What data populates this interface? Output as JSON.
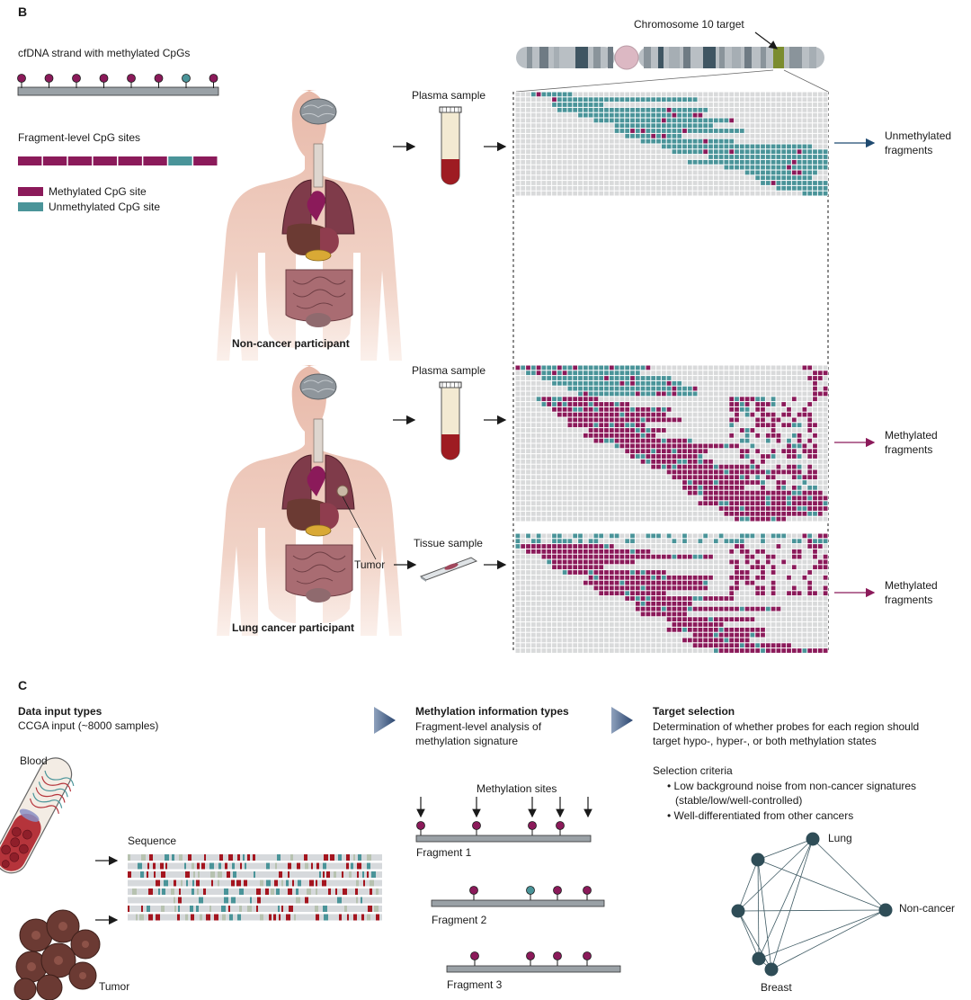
{
  "colors": {
    "methylated": "#8b1a5a",
    "unmethylated": "#4a9499",
    "empty_cell": "#d9dadb",
    "grid_line": "#ffffff",
    "strand": "#9aa1a6",
    "arrow_dark": "#1f4a70",
    "arrow_magenta": "#8b1a5a",
    "body_skin": "#e9c3b6",
    "network_node": "#2f4d57"
  },
  "panel_b": {
    "label": "B",
    "strand_title": "cfDNA strand with methylated CpGs",
    "fragment_title": "Fragment-level CpG sites",
    "legend": [
      {
        "label": "Methylated CpG site",
        "color_key": "methylated"
      },
      {
        "label": "Unmethylated CpG site",
        "color_key": "unmethylated"
      }
    ],
    "strand_sites": [
      "methylated",
      "methylated",
      "methylated",
      "methylated",
      "methylated",
      "methylated",
      "unmethylated",
      "methylated"
    ],
    "fragment_sites": [
      "methylated",
      "methylated",
      "methylated",
      "methylated",
      "methylated",
      "methylated",
      "unmethylated",
      "methylated"
    ],
    "chromosome_label": "Chromosome 10 target",
    "participants": [
      {
        "caption": "Non-cancer participant",
        "icon": "human-body-icon"
      },
      {
        "caption": "Lung cancer participant",
        "icon": "human-body-tumor-icon"
      }
    ],
    "tumor_label": "Tumor",
    "samples": [
      {
        "label": "Plasma sample",
        "icon": "blood-tube-icon"
      },
      {
        "label": "Plasma sample",
        "icon": "blood-tube-icon"
      },
      {
        "label": "Tissue sample",
        "icon": "tissue-slide-icon"
      }
    ],
    "outcomes": [
      {
        "label_line1": "Unmethylated",
        "label_line2": "fragments",
        "color_key": "arrow_dark"
      },
      {
        "label_line1": "Methylated",
        "label_line2": "fragments",
        "color_key": "arrow_magenta"
      },
      {
        "label_line1": "Methylated",
        "label_line2": "fragments",
        "color_key": "arrow_magenta"
      }
    ]
  },
  "panel_c": {
    "label": "C",
    "data_input": {
      "title": "Data input types",
      "subtitle": "CCGA input (~8000 samples)",
      "blood_label": "Blood",
      "tumor_label": "Tumor",
      "sequence_label": "Sequence"
    },
    "methylation_info": {
      "title": "Methylation information types",
      "line1": "Fragment-level analysis of",
      "line2": "methylation signature",
      "sites_label": "Methylation sites",
      "fragments": [
        {
          "label": "Fragment 1",
          "sites": [
            "methylated",
            "methylated",
            "methylated",
            "methylated"
          ]
        },
        {
          "label": "Fragment 2",
          "sites": [
            "methylated",
            "unmethylated",
            "methylated",
            "methylated"
          ]
        },
        {
          "label": "Fragment 3",
          "sites": [
            "methylated",
            "methylated",
            "methylated",
            "methylated"
          ]
        }
      ]
    },
    "target_selection": {
      "title": "Target selection",
      "line1": "Determination of whether probes for each region should",
      "line2": "target hypo-, hyper-, or both methylation states",
      "criteria_title": "Selection criteria",
      "criteria": [
        {
          "line1": "Low background noise from non-cancer signatures",
          "line2": "(stable/low/well-controlled)"
        },
        {
          "line1": "Well-differentiated from other cancers",
          "line2": ""
        }
      ],
      "network_labels": {
        "lung": "Lung",
        "non_cancer": "Non-cancer",
        "breast": "Breast"
      }
    }
  }
}
